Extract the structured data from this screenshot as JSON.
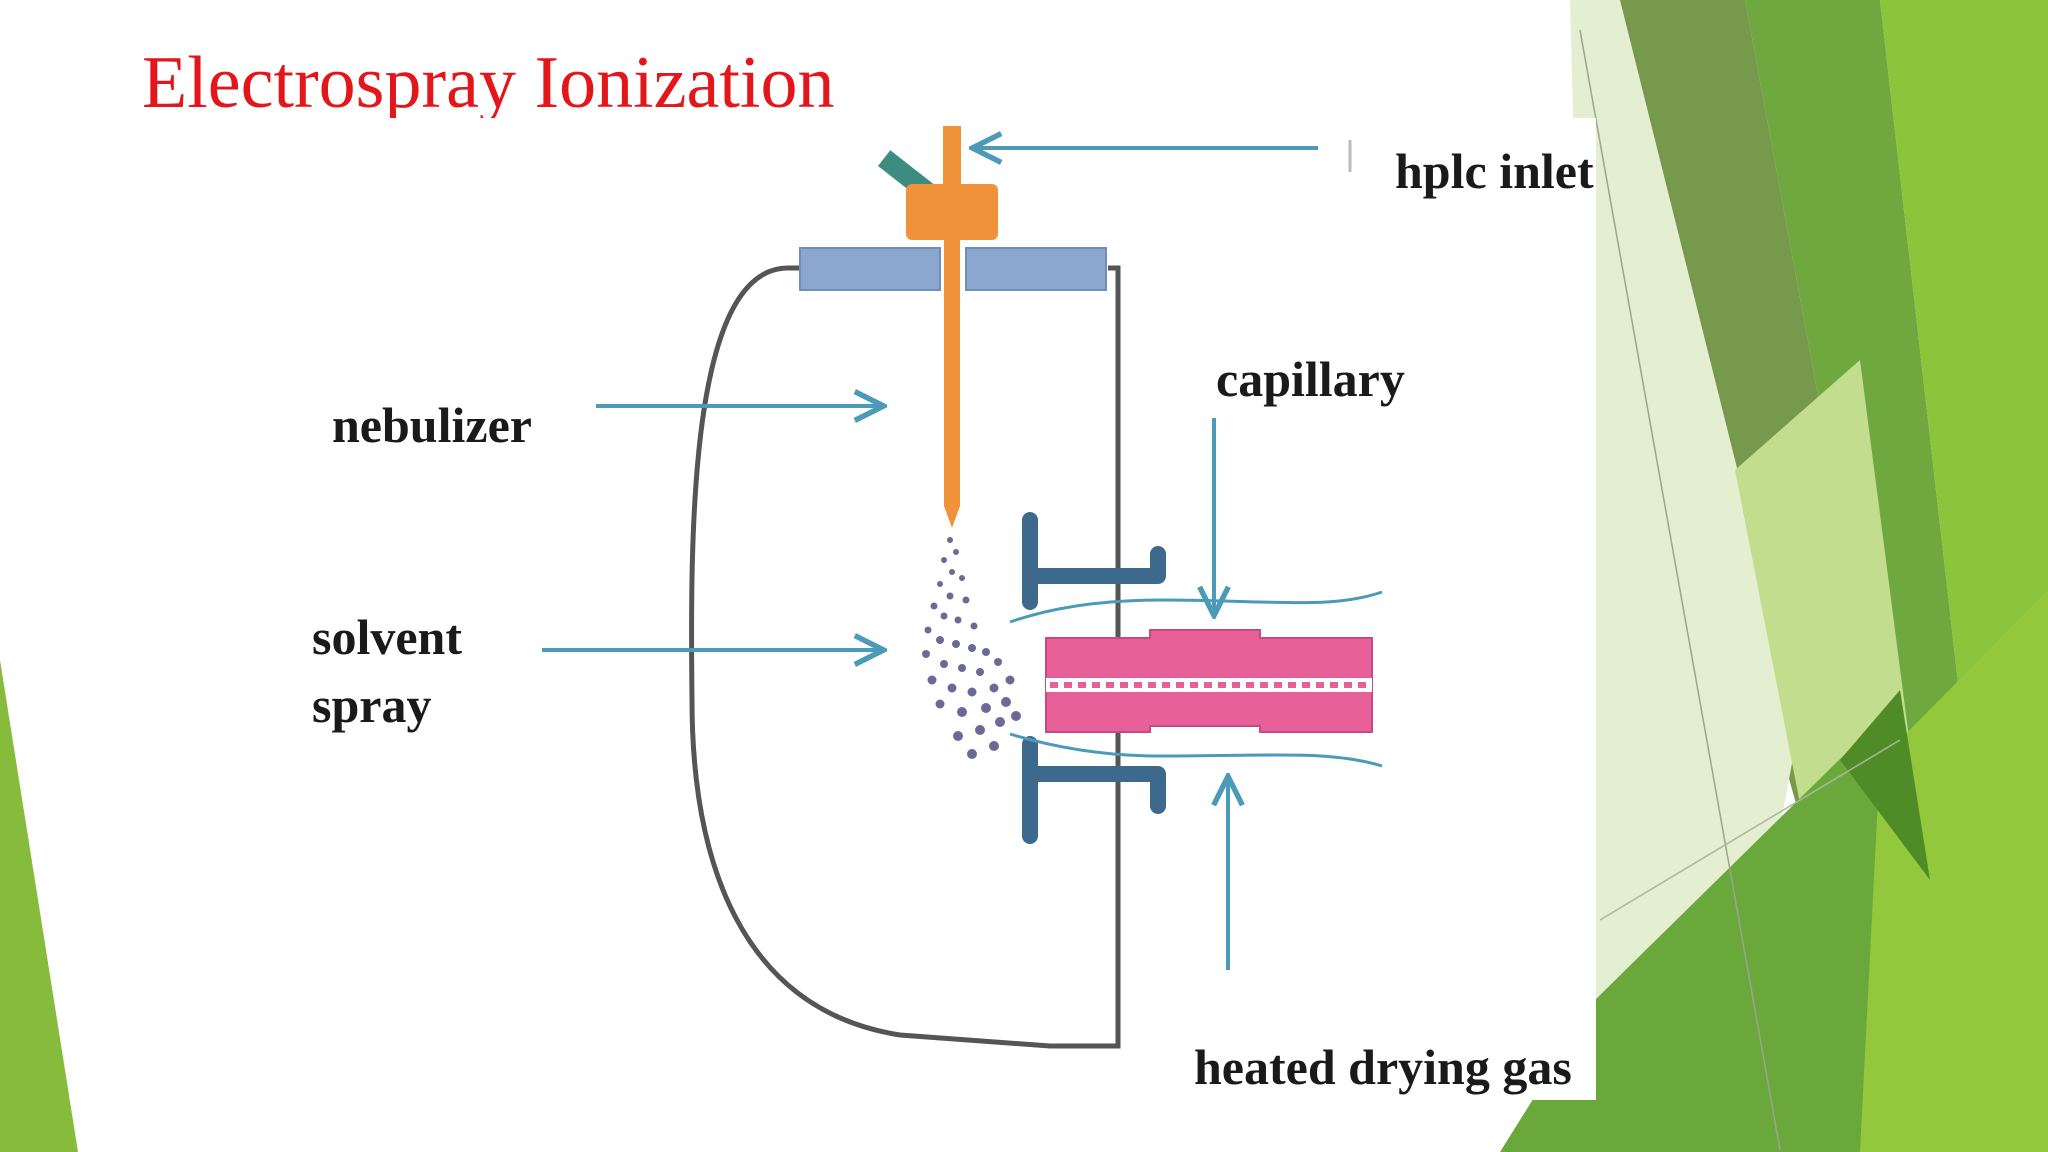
{
  "slide": {
    "title": "Electrospray Ionization",
    "title_color": "#e3161b"
  },
  "diagram": {
    "labels": {
      "hplc_inlet": "hplc inlet",
      "nebulizer": "nebulizer",
      "capillary": "capillary",
      "solvent_spray_line1": "solvent",
      "solvent_spray_line2": "spray",
      "heated_drying_gas": "heated drying gas"
    },
    "colors": {
      "needle": "#f0923a",
      "plate": "#8ba7d0",
      "capillary": "#e8609a",
      "electrode": "#3d6a8c",
      "arrow": "#4a9ab8",
      "chamber_outline": "#555555",
      "droplets": "#6a6a96"
    }
  },
  "theme": {
    "green_dark": "#5e8a3a",
    "green_mid": "#76ab3c",
    "green_light": "#94c93f",
    "green_pale": "#d8e9b8"
  }
}
